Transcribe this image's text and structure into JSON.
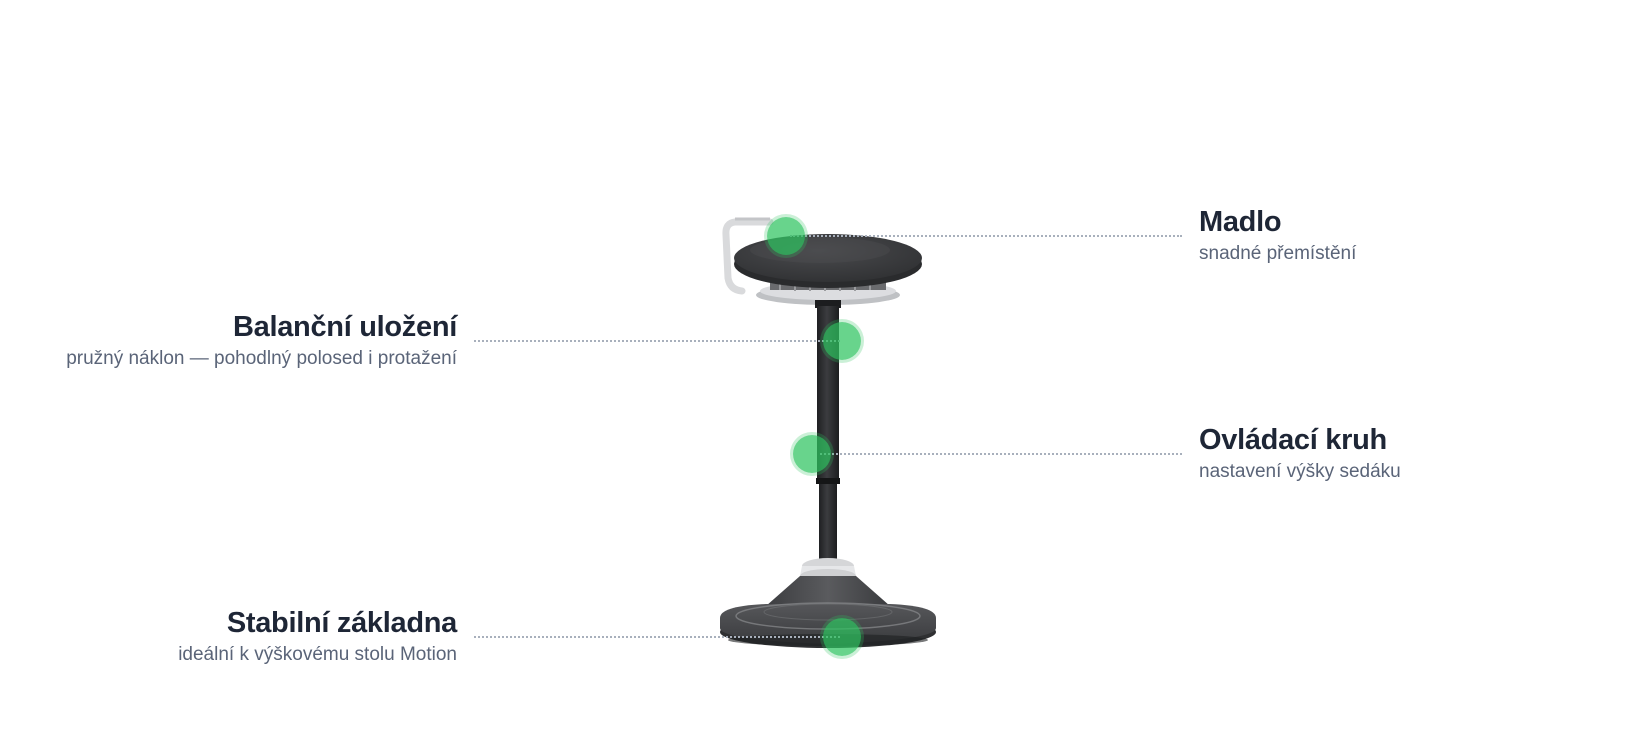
{
  "callouts": {
    "handle": {
      "title": "Madlo",
      "subtitle": "snadné přemístění"
    },
    "balance": {
      "title": "Balanční uložení",
      "subtitle": "pružný náklon — pohodlný polosed i protažení"
    },
    "control_ring": {
      "title": "Ovládací kruh",
      "subtitle": "nastavení výšky sedáku"
    },
    "base": {
      "title": "Stabilní základna",
      "subtitle": "ideální k výškovému stolu Motion"
    }
  },
  "colors": {
    "hotspot": "#2ec460",
    "title": "#1e2636",
    "subtitle": "#5a6478",
    "leader": "#a8b0bc",
    "seat": "#3a3b3d",
    "column": "#2b2c2e",
    "accent_light": "#e6e7e9"
  }
}
